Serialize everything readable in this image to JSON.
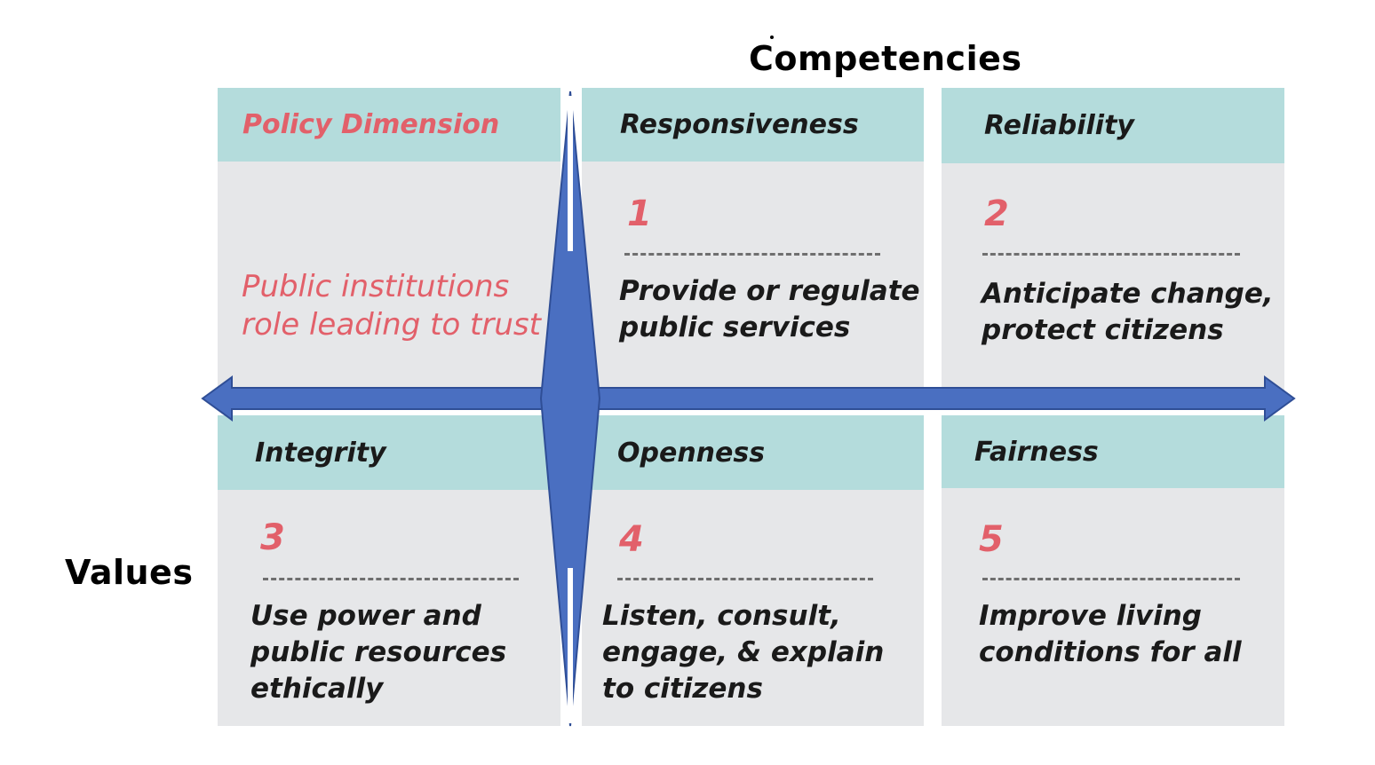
{
  "titles": {
    "competencies": "Competencies",
    "values": "Values"
  },
  "cells": {
    "policy": {
      "header": "Policy Dimension",
      "body": "Public institutions role leading to trust"
    },
    "responsiveness": {
      "header": "Responsiveness",
      "number": "1",
      "body": "Provide or regulate public services"
    },
    "reliability": {
      "header": "Reliability",
      "number": "2",
      "body": "Anticipate change, protect citizens"
    },
    "integrity": {
      "header": "Integrity",
      "number": "3",
      "body": "Use power and public resources ethically"
    },
    "openness": {
      "header": "Openness",
      "number": "4",
      "body": "Listen, consult, engage, & explain to citizens"
    },
    "fairness": {
      "header": "Fairness",
      "number": "5",
      "body": "Improve living conditions for all"
    }
  },
  "colors": {
    "header_bg": "#b4dcdc",
    "cell_bg": "#e6e7e9",
    "accent_red": "#e2606a",
    "arrow_blue": "#4a6fc1"
  }
}
